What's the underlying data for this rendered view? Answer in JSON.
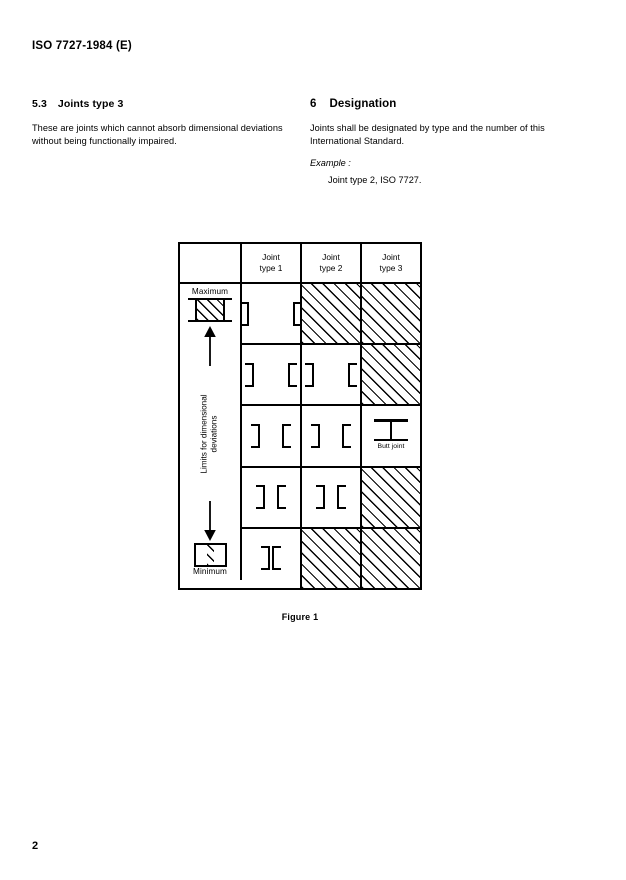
{
  "document": {
    "header": "ISO 7727-1984 (E)",
    "page_number": "2"
  },
  "left_column": {
    "clause_number": "5.3",
    "clause_title": "Joints type 3",
    "paragraph": "These are joints which cannot absorb dimensional deviations without being functionally impaired."
  },
  "right_column": {
    "clause_number": "6",
    "clause_title": "Designation",
    "paragraph": "Joints shall be designated by type and the number of this International Standard.",
    "example_label": "Example :",
    "example_value": "Joint type 2, ISO 7727."
  },
  "figure": {
    "caption": "Figure 1",
    "corner_header": "",
    "column_headers": [
      {
        "line1": "Joint",
        "line2": "type 1"
      },
      {
        "line1": "Joint",
        "line2": "type 2"
      },
      {
        "line1": "Joint",
        "line2": "type 3"
      }
    ],
    "axis": {
      "max_label": "Maximum",
      "min_label": "Minimum",
      "vertical_label_line1": "Limits for dimensional",
      "vertical_label_line2": "deviations",
      "up_arrow_icon": "arrow-up-icon",
      "down_arrow_icon": "arrow-down-icon"
    },
    "butt_joint_label": "Butt joint",
    "rows": [
      {
        "axis_state": "maximum",
        "cells": [
          {
            "type": "joint",
            "gap": 44,
            "hatched": false
          },
          {
            "type": "hatched",
            "hatched": true
          },
          {
            "type": "hatched",
            "hatched": true
          }
        ]
      },
      {
        "axis_state": "",
        "cells": [
          {
            "type": "joint",
            "gap": 34,
            "hatched": false
          },
          {
            "type": "joint",
            "gap": 34,
            "hatched": false
          },
          {
            "type": "hatched",
            "hatched": true
          }
        ]
      },
      {
        "axis_state": "",
        "cells": [
          {
            "type": "joint",
            "gap": 22,
            "hatched": false
          },
          {
            "type": "joint",
            "gap": 22,
            "hatched": false
          },
          {
            "type": "butt",
            "hatched": false
          }
        ]
      },
      {
        "axis_state": "",
        "cells": [
          {
            "type": "joint",
            "gap": 12,
            "hatched": false
          },
          {
            "type": "joint",
            "gap": 12,
            "hatched": false
          },
          {
            "type": "hatched",
            "hatched": true
          }
        ]
      },
      {
        "axis_state": "minimum",
        "cells": [
          {
            "type": "joint",
            "gap": 2,
            "hatched": false
          },
          {
            "type": "hatched",
            "hatched": true
          },
          {
            "type": "hatched",
            "hatched": true
          }
        ]
      }
    ]
  },
  "colors": {
    "ink": "#000000",
    "paper": "#ffffff"
  }
}
